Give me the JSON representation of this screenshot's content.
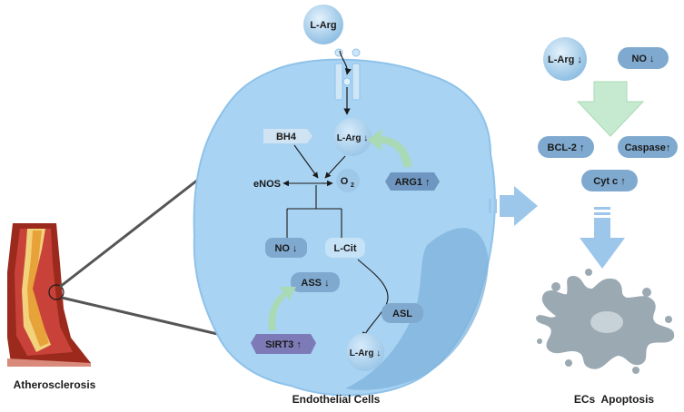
{
  "colors": {
    "cell_body": "#a9d3f2",
    "cell_edge": "#8ec2ea",
    "cell_shadow": "#7fb3dc",
    "pill_blue": "#7fa9cf",
    "pill_light": "#b9dcf3",
    "pill_dark": "#5f8fbd",
    "hex_purple": "#7d7ab8",
    "green_arrow": "#a9d9b5",
    "blue_arrow": "#9cc6ea",
    "apoptotic_cell": "#9ba9b3",
    "vessel_red": "#9b2a1d",
    "plaque_yellow": "#f2d27a",
    "text": "#1a1a1a"
  },
  "labels": {
    "larg_top": "L-Arg",
    "bh4": "BH4",
    "larg_inner": "L-Arg ↓",
    "enos": "eNOS",
    "o2_main": "O",
    "o2_sub": "2",
    "arg1": "ARG1 ↑",
    "no_inner": "NO ↓",
    "lcit": "L-Cit",
    "ass": "ASS ↓",
    "asl": "ASL",
    "sirt3": "SIRT3 ↑",
    "larg_bottom": "L-Arg ↓",
    "larg_right": "L-Arg ↓",
    "no_right": "NO ↓",
    "bcl2": "BCL-2 ↑",
    "caspase": "Caspase↑",
    "cytc": "Cyt c ↑"
  },
  "captions": {
    "atherosclerosis": "Atherosclerosis",
    "endothelial": "Endothelial Cells",
    "apoptosis": "ECs  Apoptosis"
  },
  "icons": [
    "transporter-channel-icon",
    "blood-vessel-icon",
    "apoptotic-cell-icon",
    "curved-arrow-icon",
    "block-arrow-icon"
  ]
}
